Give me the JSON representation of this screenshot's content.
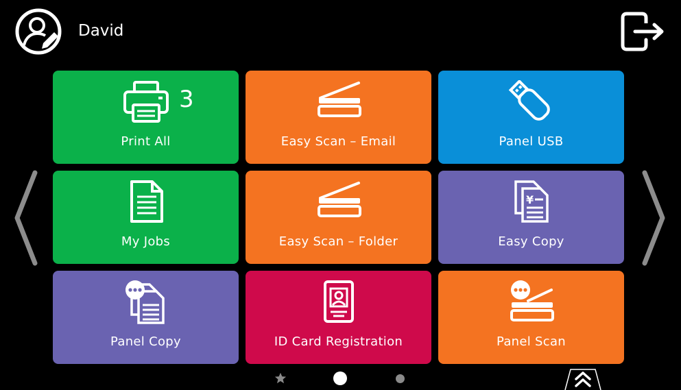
{
  "header": {
    "user_name": "David"
  },
  "colors": {
    "green": "#0bb14a",
    "orange": "#f47321",
    "blue": "#0a8fd8",
    "purple": "#6a63b1",
    "crimson": "#cf0a4b"
  },
  "tiles": [
    {
      "label": "Print All",
      "icon": "printer-icon",
      "color": "green",
      "badge": "3"
    },
    {
      "label": "Easy Scan – Email",
      "icon": "scanner-icon",
      "color": "orange"
    },
    {
      "label": "Panel USB",
      "icon": "usb-drive-icon",
      "color": "blue"
    },
    {
      "label": "My Jobs",
      "icon": "document-icon",
      "color": "green"
    },
    {
      "label": "Easy Scan – Folder",
      "icon": "scanner-icon",
      "color": "orange"
    },
    {
      "label": "Easy Copy",
      "icon": "copy-yen-icon",
      "color": "purple"
    },
    {
      "label": "Panel Copy",
      "icon": "panel-copy-icon",
      "color": "purple"
    },
    {
      "label": "ID Card Registration",
      "icon": "id-card-icon",
      "color": "crimson"
    },
    {
      "label": "Panel Scan",
      "icon": "panel-scan-icon",
      "color": "orange"
    }
  ],
  "pagination": {
    "pages": 3,
    "current": 2
  }
}
